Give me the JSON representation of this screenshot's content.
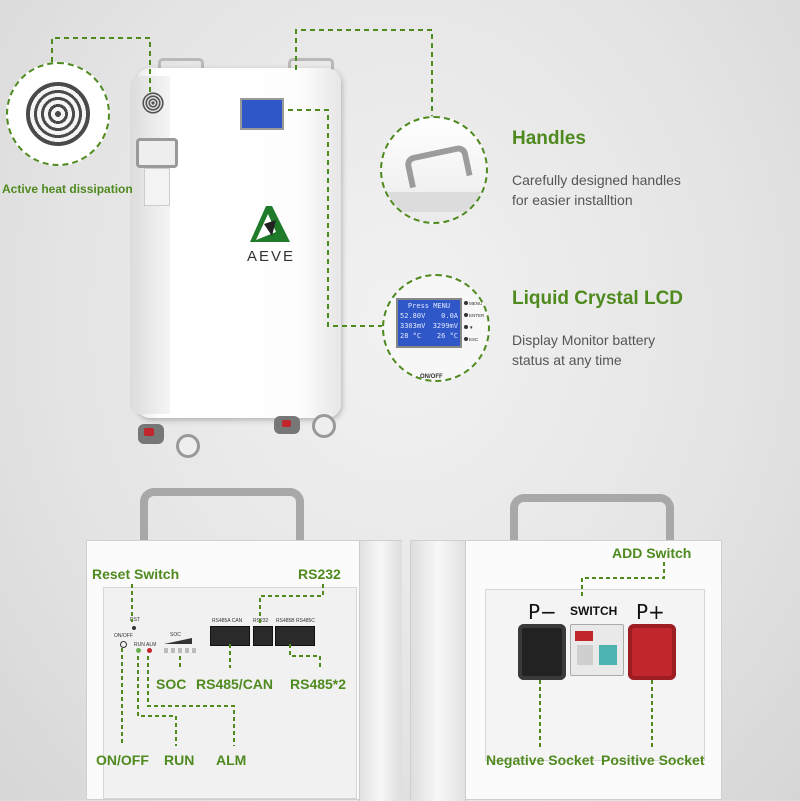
{
  "callouts": {
    "heat": "Active heat dissipation",
    "handles": {
      "title": "Handles",
      "desc_line1": "Carefully designed handles",
      "desc_line2": "for easier installtion"
    },
    "lcd": {
      "title": "Liquid Crystal LCD",
      "desc_line1": "Display Monitor battery",
      "desc_line2": "status at any time"
    }
  },
  "battery": {
    "brand": "AEVE"
  },
  "lcd_screen": {
    "header": "Press MENU",
    "row1_left": "52.80V",
    "row1_right": "0.0A",
    "row2_left": "3303mV",
    "row2_right": "3299mV",
    "row3_left": "28 °C",
    "row3_right": "26 °C",
    "buttons": [
      "MENU",
      "ENTER",
      "▼",
      "ESC"
    ],
    "bottom_label": "ON/OFF"
  },
  "left_panel": {
    "reset_label": "Reset Switch",
    "rs232_label": "RS232",
    "soc_label": "SOC",
    "rs485can_label": "RS485/CAN",
    "rs485x2_label": "RS485*2",
    "onoff_label": "ON/OFF",
    "run_label": "RUN",
    "alm_label": "ALM",
    "small": {
      "rst": "RST",
      "onoff": "ON/OFF",
      "run": "RUN",
      "alm": "ALM",
      "soc": "SOC",
      "port1": "RS485A CAN",
      "port2": "RS232",
      "port3": "RS485B RS485C"
    }
  },
  "right_panel": {
    "add_switch_label": "ADD Switch",
    "p_minus": "P−",
    "p_plus": "P+",
    "switch_text": "SWITCH",
    "negative_label": "Negative Socket",
    "positive_label": "Positive Socket"
  },
  "colors": {
    "accent": "#4f8a1f",
    "lcd_blue": "#2f57c8",
    "red_socket": "#c0262b",
    "black_socket": "#222222"
  }
}
